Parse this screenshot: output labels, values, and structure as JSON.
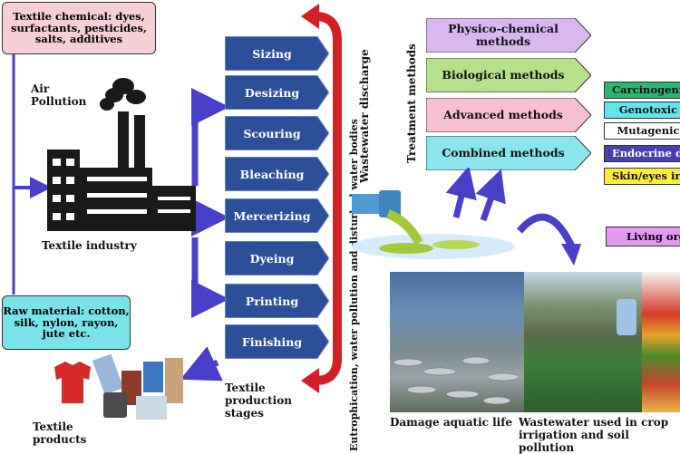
{
  "inputs": {
    "chemicals": "Textile chemical: dyes, surfactants, pesticides, salts, additives",
    "raw_material": "Raw material: cotton, silk, nylon, rayon, jute etc."
  },
  "labels": {
    "air_pollution": "Air Pollution",
    "textile_industry": "Textile industry",
    "textile_products": "Textile products",
    "production_stages": "Textile production stages",
    "wastewater_discharge": "Wastewater discharge",
    "treatment_methods": "Treatment methods",
    "eutrophication": "Eutrophication, water pollution and disturbed water bodies",
    "damage_aquatic": "Damage aquatic life",
    "wastewater_crop": "Wastewater used in crop irrigation and soil pollution"
  },
  "stages": [
    "Sizing",
    "Desizing",
    "Scouring",
    "Bleaching",
    "Mercerizing",
    "Dyeing",
    "Printing",
    "Finishing"
  ],
  "treatments": [
    {
      "label": "Physico-chemical methods",
      "color": "#d9b8f0"
    },
    {
      "label": "Biological methods",
      "color": "#b6e08a"
    },
    {
      "label": "Advanced methods",
      "color": "#f7bfd3"
    },
    {
      "label": "Combined methods",
      "color": "#8ae6ec"
    }
  ],
  "effects": [
    {
      "label": "Carcinogenic",
      "color": "#2bb673"
    },
    {
      "label": "Genotoxic",
      "color": "#5fe6ea"
    },
    {
      "label": "Mutagenic",
      "color": "#ffffff"
    },
    {
      "label": "Endocrine disruptor",
      "color": "#4b3fb0"
    },
    {
      "label": "Skin/eyes irritation",
      "color": "#ffee33"
    }
  ],
  "living_org": "Living organisms",
  "colors": {
    "stage_fill": "#2d4f99",
    "arrow_blue": "#4a3fc8",
    "arrow_red": "#d41f26",
    "chem_box": "#f6cfd6",
    "raw_box": "#7ae3ea",
    "living_box": "#e29bf0"
  }
}
